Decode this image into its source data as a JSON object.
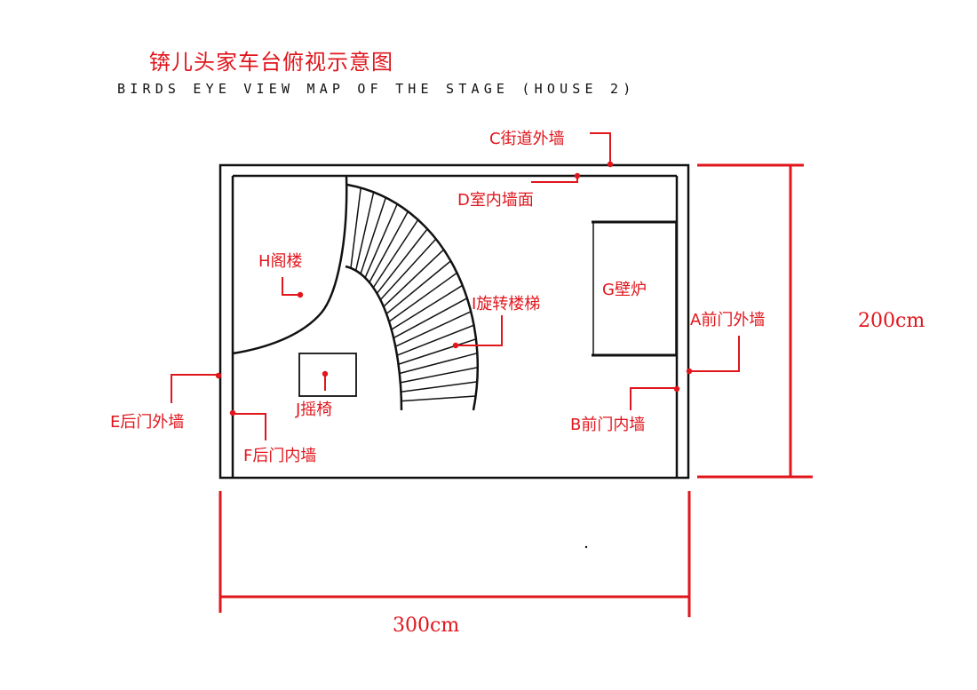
{
  "title": {
    "chinese": "锛儿头家车台俯视示意图",
    "english": "BIRDS EYE VIEW MAP OF THE STAGE (HOUSE 2)"
  },
  "labels": {
    "A": "A前门外墙",
    "B": "B前门内墙",
    "C": "C街道外墙",
    "D": "D室内墙面",
    "E": "E后门外墙",
    "F": "F后门内墙",
    "G": "G壁炉",
    "H": "H阁楼",
    "I": "I旋转楼梯",
    "J": "J摇椅"
  },
  "dimensions": {
    "width": "300cm",
    "height": "200cm"
  },
  "colors": {
    "annotation": "#e0161c",
    "walls": "#111111"
  }
}
